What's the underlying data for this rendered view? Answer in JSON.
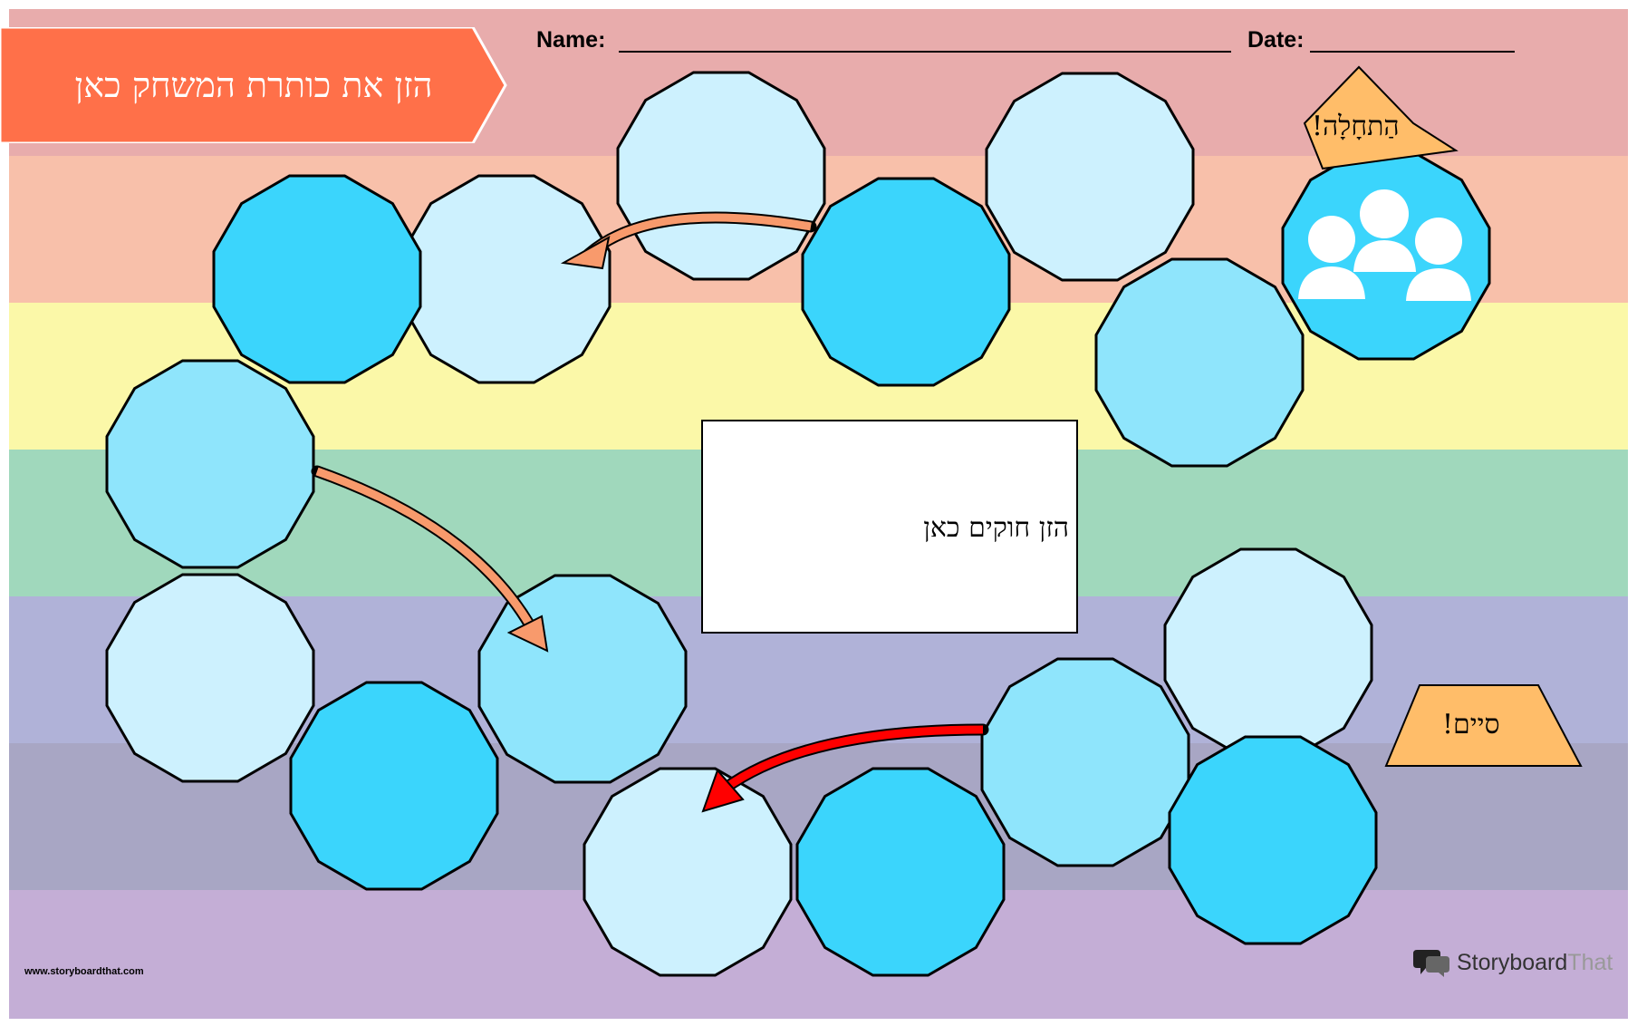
{
  "title": "הזן את כותרת המשחק כאן",
  "name_label": "Name:",
  "date_label": "Date:",
  "rules_text": "הזן חוקים כאן",
  "start_label": "הַתחָלָה!",
  "finish_label": "סיים!",
  "footer_url": "www.storyboardthat.com",
  "logo": {
    "word1": "Storyboard",
    "word2": "That"
  },
  "colors": {
    "bands": [
      "#e8acac",
      "#f8c0aa",
      "#fbf8a8",
      "#a0d8bc",
      "#b0b2d8",
      "#a8a6c4",
      "#c4aed6"
    ],
    "title_banner": "#ff7049",
    "space_light": "#cdf1fe",
    "space_medium": "#8fe5fc",
    "space_dark": "#3bd5fc",
    "tag": "#ffbd69",
    "arrow_orange": "#f89a6c",
    "arrow_red": "#ff0000"
  },
  "icons": {
    "players": "players-icon",
    "logo": "speech-bubble-icon"
  },
  "board_spaces": [
    {
      "shade": "medium"
    },
    {
      "shade": "light"
    },
    {
      "shade": "dark"
    },
    {
      "shade": "light"
    },
    {
      "shade": "medium"
    },
    {
      "shade": "dark"
    },
    {
      "shade": "medium"
    },
    {
      "shade": "light"
    },
    {
      "shade": "dark"
    },
    {
      "shade": "medium"
    },
    {
      "shade": "light"
    },
    {
      "shade": "dark"
    },
    {
      "shade": "medium"
    },
    {
      "shade": "light"
    },
    {
      "shade": "dark"
    },
    {
      "shade": "medium"
    },
    {
      "shade": "light"
    },
    {
      "shade": "dark"
    }
  ]
}
